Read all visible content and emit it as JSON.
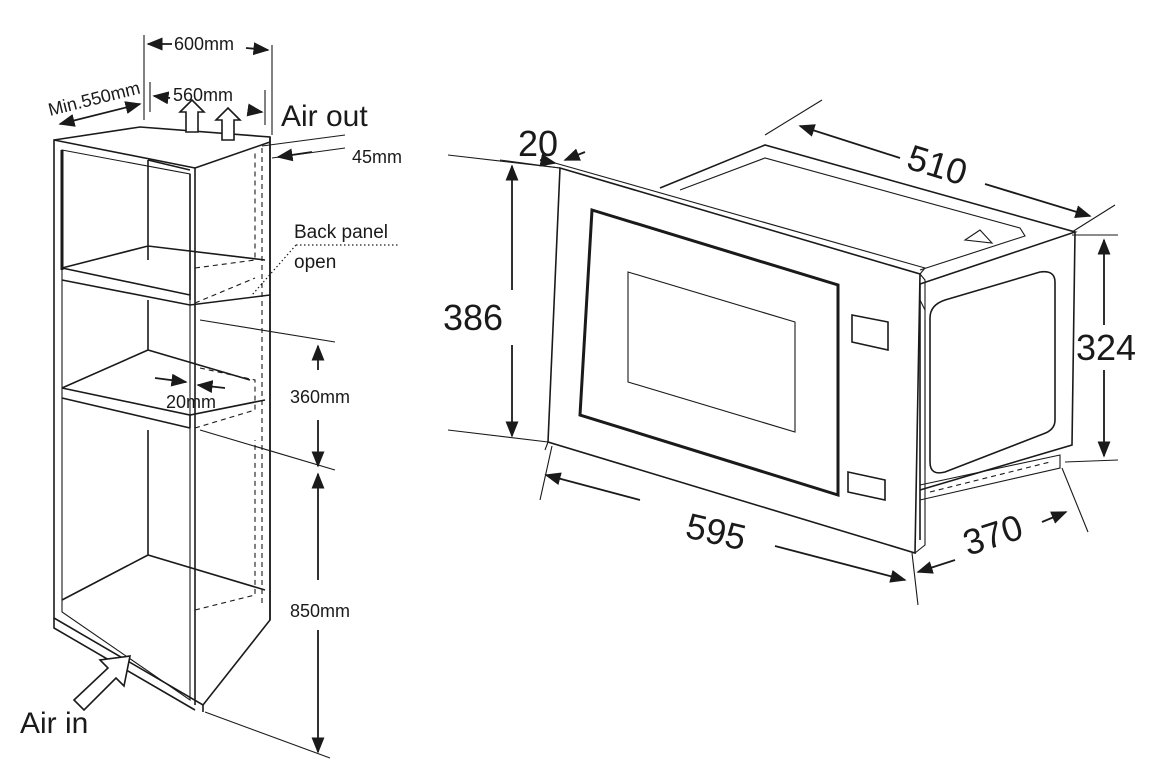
{
  "cabinet": {
    "dim_total_width": "600mm",
    "dim_min_depth": "Min.550mm",
    "dim_inner_width": "560mm",
    "label_air_out": "Air out",
    "dim_back_gap": "45mm",
    "label_back_panel_line1": "Back panel",
    "label_back_panel_line2": "open",
    "dim_shelf_offset": "20mm",
    "dim_opening_height": "360mm",
    "dim_base_height": "850mm",
    "label_air_in": "Air in"
  },
  "microwave": {
    "dim_frame_depth": "20",
    "dim_body_depth": "510",
    "dim_front_height": "386",
    "dim_body_height": "324",
    "dim_front_width": "595",
    "dim_body_width": "370"
  }
}
